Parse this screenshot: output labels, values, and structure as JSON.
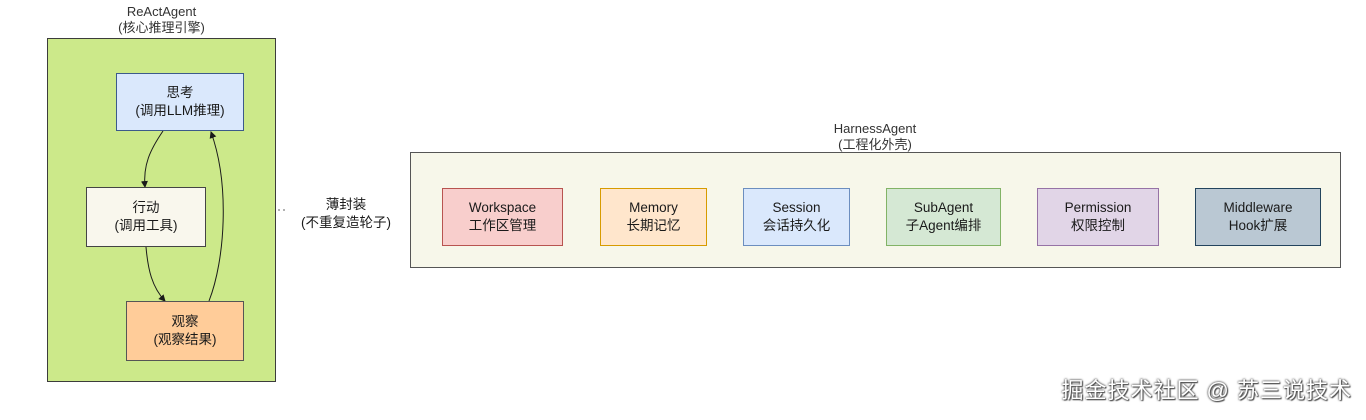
{
  "react_agent": {
    "title": "ReActAgent",
    "subtitle": "(核心推理引擎)",
    "nodes": {
      "think": {
        "line1": "思考",
        "line2": "(调用LLM推理)",
        "fill": "#dae8fc",
        "stroke": "#3c5a8a"
      },
      "act": {
        "line1": "行动",
        "line2": "(调用工具)",
        "fill": "#f9f7ed",
        "stroke": "#444444"
      },
      "observe": {
        "line1": "观察",
        "line2": "(观察结果)",
        "fill": "#ffcc99",
        "stroke": "#555555"
      }
    }
  },
  "connector": {
    "line1": "薄封装",
    "line2": "(不重复造轮子)"
  },
  "harness_agent": {
    "title": "HarnessAgent",
    "subtitle": "(工程化外壳)",
    "modules": [
      {
        "line1": "Workspace",
        "line2": "工作区管理",
        "fill": "#f8cecc",
        "stroke": "#b85450"
      },
      {
        "line1": "Memory",
        "line2": "长期记忆",
        "fill": "#ffe6cc",
        "stroke": "#d79b00"
      },
      {
        "line1": "Session",
        "line2": "会话持久化",
        "fill": "#dae8fc",
        "stroke": "#6c8ebf"
      },
      {
        "line1": "SubAgent",
        "line2": "子Agent编排",
        "fill": "#d5e8d4",
        "stroke": "#82b366"
      },
      {
        "line1": "Permission",
        "line2": "权限控制",
        "fill": "#e1d5e7",
        "stroke": "#9673a6"
      },
      {
        "line1": "Middleware",
        "line2": "Hook扩展",
        "fill": "#bac8d3",
        "stroke": "#23445d"
      }
    ]
  },
  "watermark": "掘金技术社区 @ 苏三说技术"
}
